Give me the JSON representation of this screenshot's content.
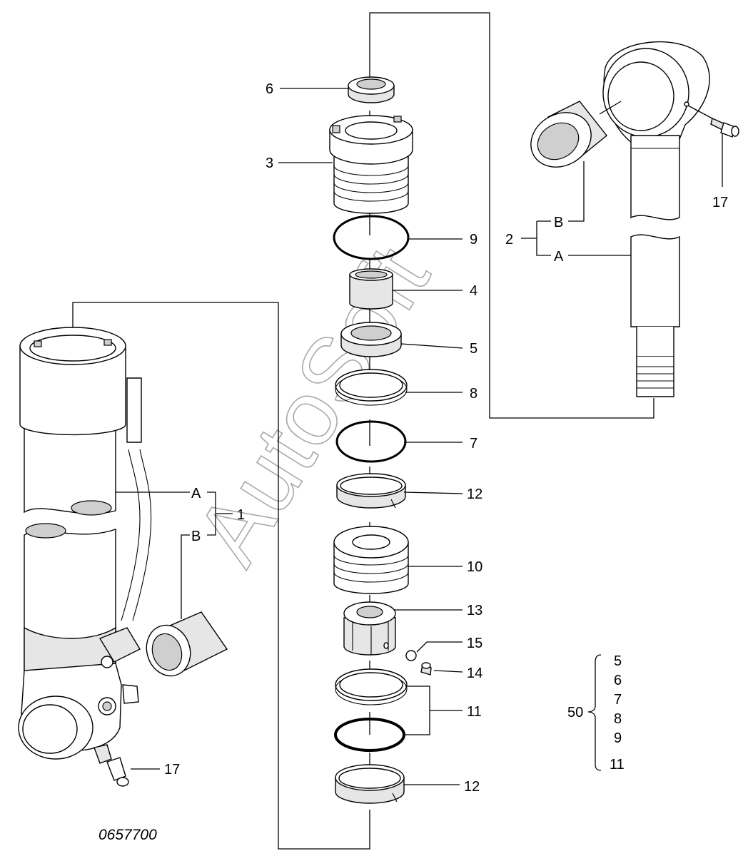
{
  "figure_id": "0657700",
  "watermark": "AutoSoft",
  "callouts": {
    "c6": "6",
    "c3": "3",
    "c9": "9",
    "c4": "4",
    "c5": "5",
    "c8": "8",
    "c7": "7",
    "c12a": "12",
    "c10": "10",
    "c13": "13",
    "c15": "15",
    "c14": "14",
    "c11": "11",
    "c12b": "12",
    "c17_right": "17",
    "c17_left": "17",
    "c2": "2",
    "c2_A": "A",
    "c2_B": "B",
    "c1": "1",
    "c1_A": "A",
    "c1_B": "B"
  },
  "kit": {
    "number": "50",
    "items": [
      "5",
      "6",
      "7",
      "8",
      "9",
      "11"
    ]
  }
}
